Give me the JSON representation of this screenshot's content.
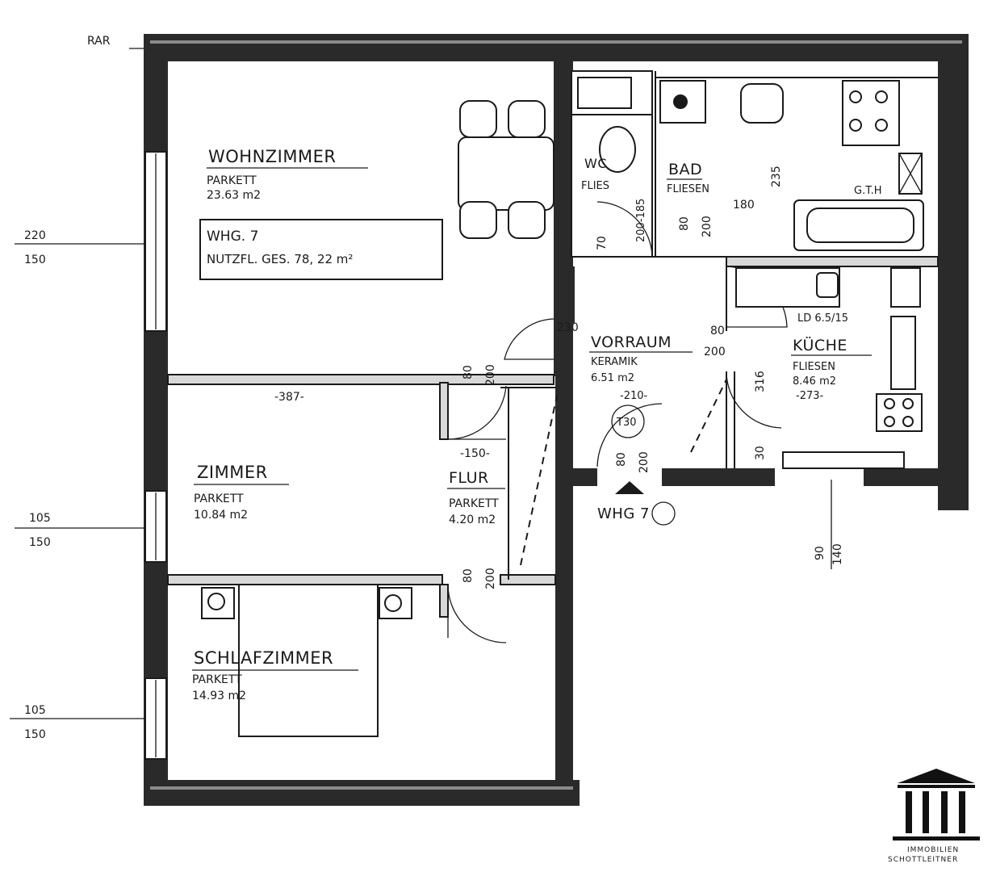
{
  "plan": {
    "rooms": {
      "wohnzimmer": {
        "name": "WOHNZIMMER",
        "floor": "PARKETT",
        "area": "23.63 m2"
      },
      "unit_box": {
        "line1": "WHG.  7",
        "line2": "NUTZFL. GES.  78, 22 m²"
      },
      "zimmer": {
        "name": "ZIMMER",
        "floor": "PARKETT",
        "area": "10.84 m2"
      },
      "schlafzimmer": {
        "name": "SCHLAFZIMMER",
        "floor": "PARKETT",
        "area": "14.93 m2"
      },
      "flur": {
        "name": "FLUR",
        "floor": "PARKETT",
        "area": "4.20 m2"
      },
      "vorraum": {
        "name": "VORRAUM",
        "floor": "KERAMIK",
        "area": "6.51 m2",
        "dim": "-210-"
      },
      "bad": {
        "name": "BAD",
        "floor": "FLIESEN"
      },
      "wc": {
        "name": "WC",
        "floor": "FLIES",
        "dim": "200-185"
      },
      "kueche": {
        "name": "KÜCHE",
        "floor": "FLIESEN",
        "area": "8.46 m2",
        "dim": "-273-"
      }
    },
    "labels": {
      "rar": "RAR",
      "entry": "WHG 7",
      "gth": "G.T.H",
      "ld": "LD 6.5/15",
      "t30": "T30"
    },
    "window_dims": [
      {
        "top": "220",
        "bottom": "150"
      },
      {
        "top": "105",
        "bottom": "150"
      },
      {
        "top": "105",
        "bottom": "150"
      }
    ],
    "dims": {
      "d387": "-387-",
      "d150": "-150-",
      "d80a": "80",
      "d200a": "200",
      "d80b": "80",
      "d200b": "200",
      "d80c": "80",
      "d200c": "200",
      "d80d": "80",
      "d200d": "200",
      "d80e": "80",
      "d200e": "200",
      "d230": "230",
      "d235": "235",
      "d316": "316",
      "d30": "30",
      "d70": "70",
      "d180": "180",
      "kitchen_window_top": "90",
      "kitchen_window_bottom": "140"
    }
  },
  "logo": {
    "line1": "IMMOBILIEN",
    "line2": "SCHOTTLEITNER"
  }
}
